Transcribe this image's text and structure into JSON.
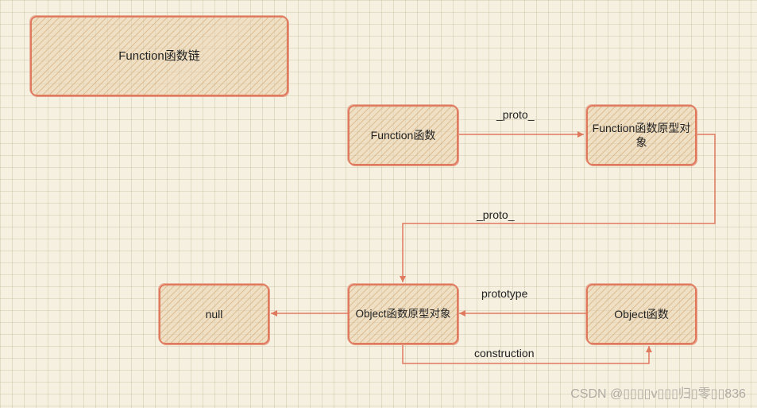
{
  "diagram": {
    "title": "Function函数链",
    "nodes": {
      "function": "Function函数",
      "function_proto": "Function函数原型对象",
      "object_proto": "Object函数原型对象",
      "object": "Object函数",
      "null": "null"
    },
    "edges": {
      "function_to_proto": "_proto_",
      "proto_to_object_proto": "_proto_",
      "object_to_object_proto": "prototype",
      "object_proto_to_object": "construction"
    },
    "colors": {
      "stroke": "#e07a5f",
      "fill": "#e9d4af",
      "background": "#f5f0e0"
    }
  },
  "watermark": "CSDN @▯▯▯▯v▯▯▯归▯零▯▯836"
}
